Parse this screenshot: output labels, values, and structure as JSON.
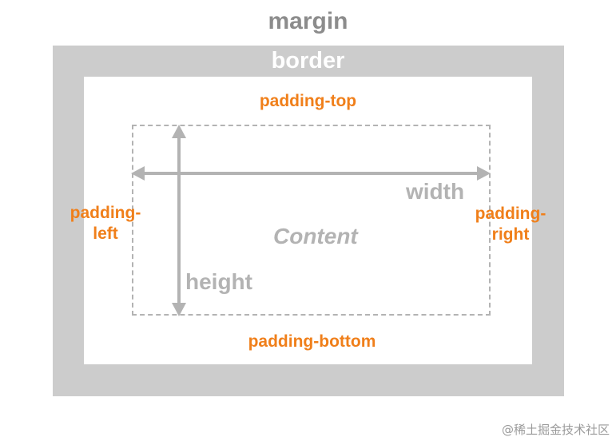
{
  "labels": {
    "margin": "margin",
    "border": "border",
    "padding_top": "padding-top",
    "padding_bottom": "padding-bottom",
    "padding_left_line1": "padding-",
    "padding_left_line2": "left",
    "padding_right_line1": "padding-",
    "padding_right_line2": "right",
    "width": "width",
    "height": "height",
    "content": "Content"
  },
  "watermark": "@稀土掘金技术社区",
  "colors": {
    "border_fill": "#cccccc",
    "orange": "#f07f1a",
    "gray_text": "#8c8c8c",
    "light_gray": "#b3b3b3"
  }
}
